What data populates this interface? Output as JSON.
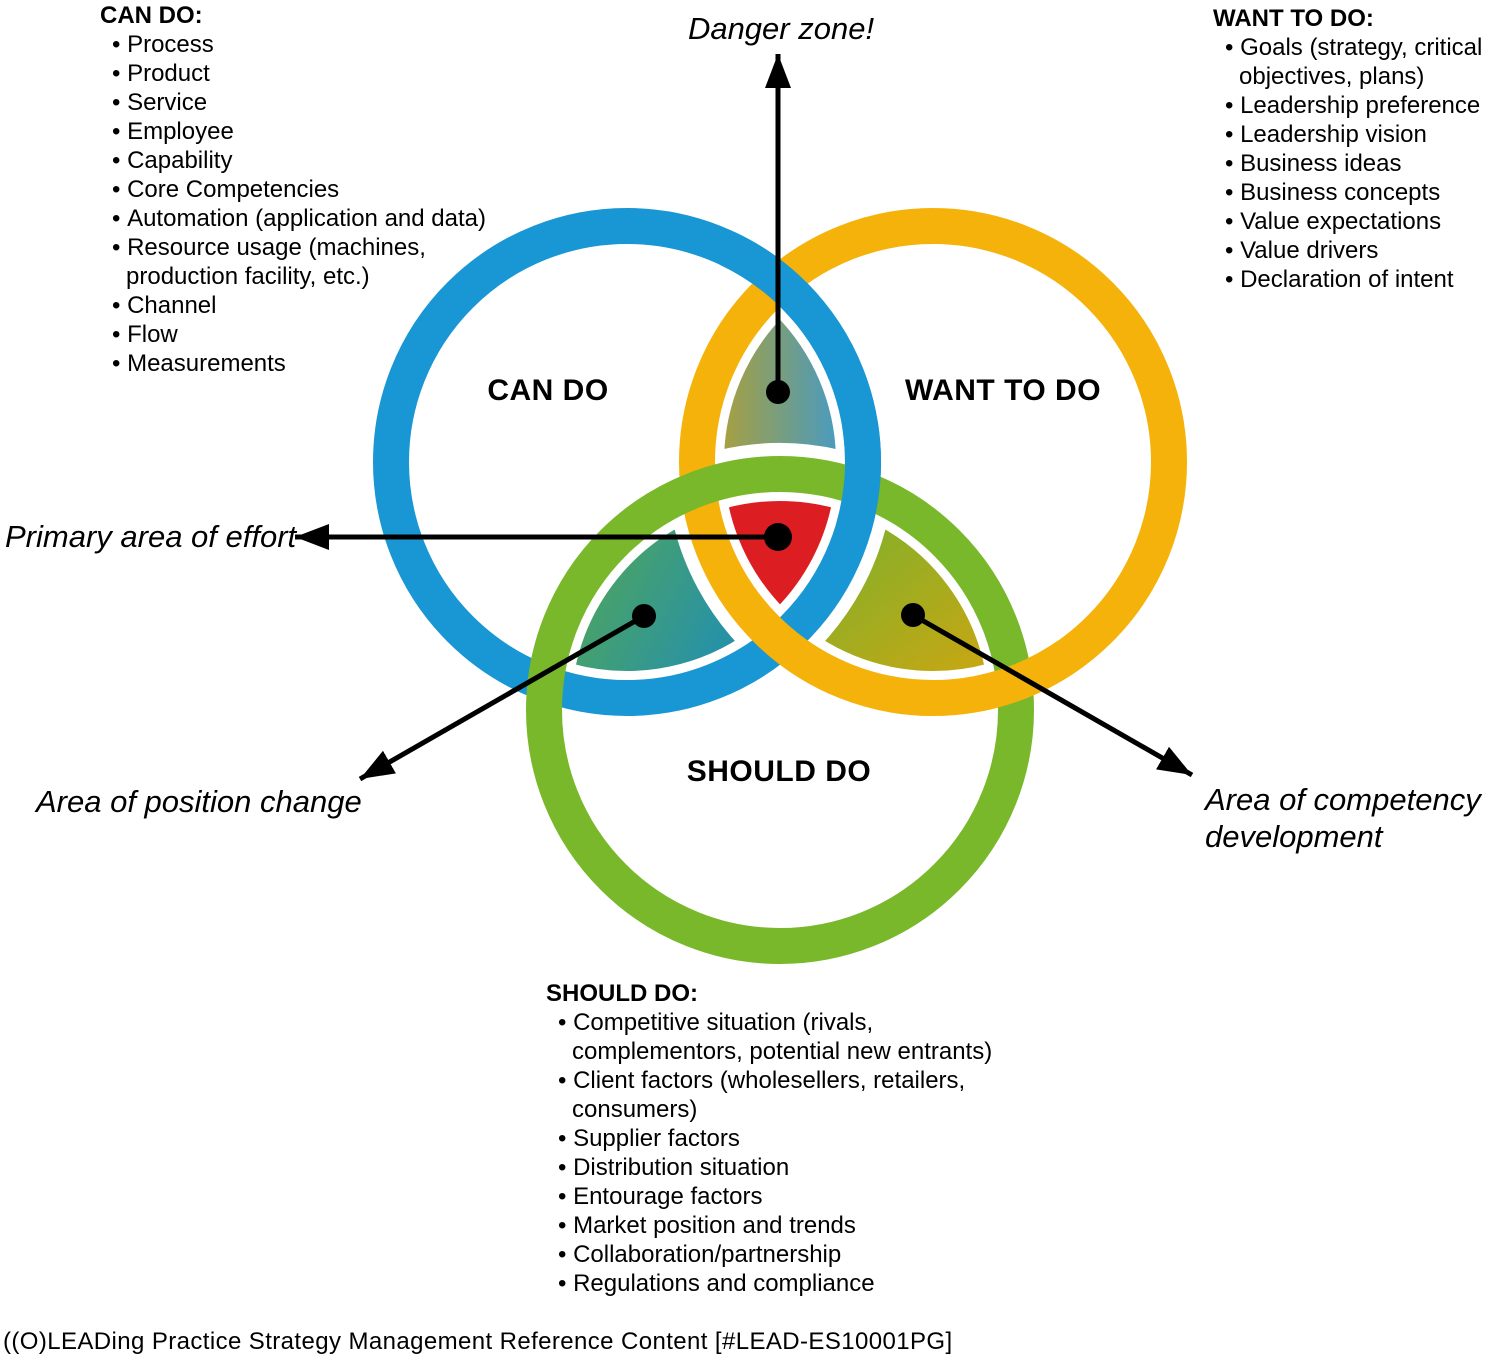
{
  "colors": {
    "blue": "#1996d4",
    "yellow": "#f5b20a",
    "green": "#78b82a",
    "red": "#dc1e23",
    "top_lens_left": "#aaa03c",
    "top_lens_right": "#469bc3",
    "left_lens_start": "#55a851",
    "left_lens_end": "#2892a5",
    "right_lens_start": "#7cb12c",
    "right_lens_end": "#c5a714"
  },
  "venn": {
    "circles": [
      {
        "id": "can-do",
        "label": "CAN DO"
      },
      {
        "id": "want-to-do",
        "label": "WANT TO DO"
      },
      {
        "id": "should-do",
        "label": "SHOULD DO"
      }
    ]
  },
  "annotations": {
    "danger_zone": "Danger zone!",
    "primary_effort": "Primary area of effort",
    "position_change": "Area of position change",
    "competency_development": "Area of competency development"
  },
  "lists": {
    "can_do": {
      "title": "CAN DO:",
      "items": [
        "Process",
        "Product",
        "Service",
        "Employee",
        "Capability",
        "Core Competencies",
        "Automation (application and data)",
        "Resource usage (machines, production facility, etc.)",
        "Channel",
        "Flow",
        "Measurements"
      ]
    },
    "want_to_do": {
      "title": "WANT TO DO:",
      "items": [
        "Goals (strategy, critical objectives, plans)",
        "Leadership preference",
        "Leadership vision",
        "Business ideas",
        "Business concepts",
        "Value expectations",
        "Value drivers",
        "Declaration of intent"
      ]
    },
    "should_do": {
      "title": "SHOULD DO:",
      "items": [
        "Competitive situation (rivals, complementors, potential new entrants)",
        "Client factors (wholesellers, retailers, consumers)",
        "Supplier factors",
        "Distribution situation",
        "Entourage factors",
        "Market position and trends",
        "Collaboration/partnership",
        "Regulations and compliance"
      ]
    }
  },
  "footer": {
    "credit": "((O)LEADing Practice Strategy Management Reference Content [#LEAD-ES10001PG]"
  }
}
